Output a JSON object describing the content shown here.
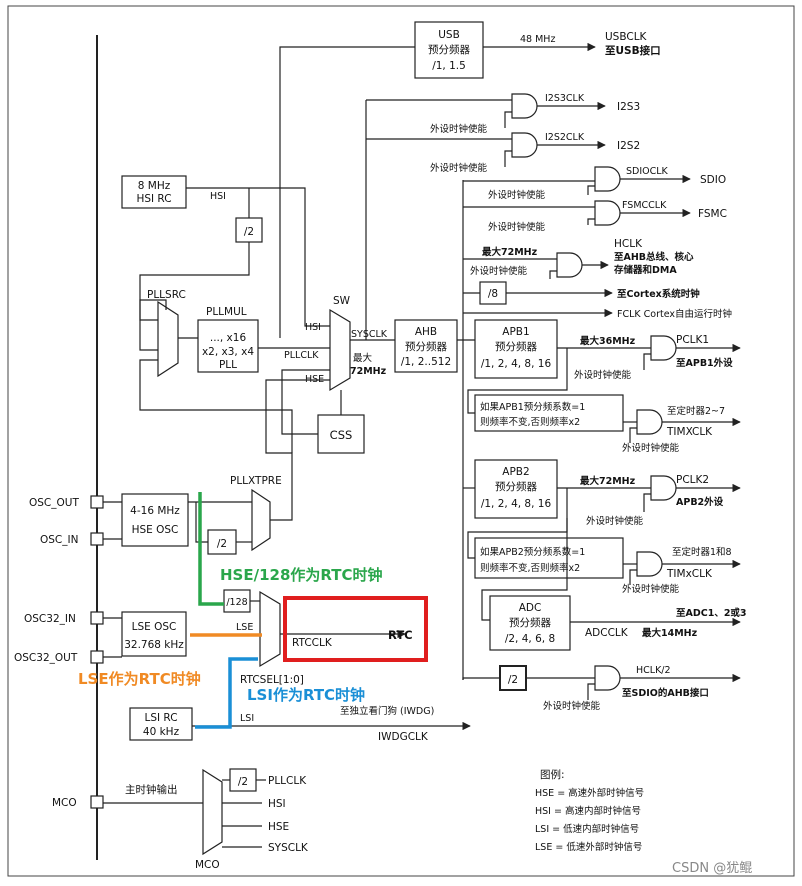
{
  "accent_colors": {
    "hse_path": "#2aa64b",
    "lse_path": "#f08a24",
    "lsi_path": "#1a8fd6",
    "rtc_highlight": "#e01e1e"
  },
  "usb": {
    "title": "USB",
    "sub": "预分频器",
    "ratio": "/1, 1.5",
    "freq": "48 MHz",
    "out": "USBCLK",
    "dest": "至USB接口"
  },
  "i2s3": {
    "clk": "I2S3CLK",
    "out": "I2S3",
    "en": "外设时钟使能"
  },
  "i2s2": {
    "clk": "I2S2CLK",
    "out": "I2S2",
    "en": "外设时钟使能"
  },
  "sdio": {
    "clk": "SDIOCLK",
    "out": "SDIO",
    "en": "外设时钟使能"
  },
  "fsmc": {
    "clk": "FSMCCLK",
    "out": "FSMC",
    "en": "外设时钟使能"
  },
  "hclk": {
    "max": "最大72MHz",
    "en": "外设时钟使能",
    "name": "HCLK",
    "dest1": "至AHB总线、核心",
    "dest2": "存储器和DMA"
  },
  "div8": {
    "label": "/8",
    "dest": "至Cortex系统时钟"
  },
  "fclk": {
    "dest": "FCLK Cortex自由运行时钟"
  },
  "hsi_rc": {
    "freq": "8 MHz",
    "name": "HSI RC",
    "out": "HSI"
  },
  "div2_hsi": "/2",
  "pllsrc": "PLLSRC",
  "pllmul": {
    "title": "PLLMUL",
    "line1": "..., x16",
    "line2": "x2, x3, x4",
    "line3": "PLL"
  },
  "sw": {
    "label": "SW",
    "in_hsi": "HSI",
    "in_pll": "PLLCLK",
    "in_hse": "HSE",
    "out": "SYSCLK",
    "max1": "最大",
    "max2": "72MHz"
  },
  "ahb": {
    "title": "AHB",
    "sub": "预分频器",
    "ratio": "/1, 2..512"
  },
  "css": "CSS",
  "apb1": {
    "title": "APB1",
    "sub": "预分频器",
    "ratio": "/1, 2, 4, 8, 16",
    "max": "最大36MHz",
    "out": "PCLK1",
    "dest": "至APB1外设",
    "en": "外设时钟使能"
  },
  "timx1": {
    "cond1": "如果APB1预分频系数=1",
    "cond2": "则频率不变,否则频率x2",
    "dest": "至定时器2~7",
    "out": "TIMXCLK",
    "en": "外设时钟使能"
  },
  "apb2": {
    "title": "APB2",
    "sub": "预分频器",
    "ratio": "/1, 2, 4, 8, 16",
    "max": "最大72MHz",
    "out": "PCLK2",
    "dest": "APB2外设",
    "en": "外设时钟使能"
  },
  "timx2": {
    "cond1": "如果APB2预分频系数=1",
    "cond2": "则频率不变,否则频率x2",
    "dest": "至定时器1和8",
    "out": "TIMxCLK",
    "en": "外设时钟使能"
  },
  "adc": {
    "title": "ADC",
    "sub": "预分频器",
    "ratio": "/2, 4, 6, 8",
    "dest": "至ADC1、2或3",
    "out": "ADCCLK",
    "max": "最大14MHz"
  },
  "hclk2": {
    "div": "/2",
    "out": "HCLK/2",
    "dest": "至SDIO的AHB接口",
    "en": "外设时钟使能"
  },
  "pins": {
    "osc_out": "OSC_OUT",
    "osc_in": "OSC_IN",
    "osc32_in": "OSC32_IN",
    "osc32_out": "OSC32_OUT",
    "mco": "MCO"
  },
  "hse_osc": {
    "freq": "4-16 MHz",
    "name": "HSE OSC"
  },
  "pllxtpre": "PLLXTPRE",
  "div2_hse": "/2",
  "div128": "/128",
  "lse_osc": {
    "name": "LSE OSC",
    "freq": "32.768 kHz",
    "out": "LSE"
  },
  "rtc": {
    "in": "RTCCLK",
    "out": "RTC",
    "sel": "RTCSEL[1:0]"
  },
  "lsi_rc": {
    "name": "LSI RC",
    "freq": "40 kHz",
    "out": "LSI",
    "dest": "至独立看门狗  (IWDG)",
    "clk": "IWDGCLK"
  },
  "annotations": {
    "hse": "HSE/128作为RTC时钟",
    "lse": "LSE作为RTC时钟",
    "lsi": "LSI作为RTC时钟"
  },
  "mco": {
    "label": "主时钟输出",
    "div": "/2",
    "pllclk": "PLLCLK",
    "hsi": "HSI",
    "hse": "HSE",
    "sysclk": "SYSCLK",
    "sel": "MCO"
  },
  "legend": {
    "title": "图例:",
    "items": [
      "HSE = 高速外部时钟信号",
      "HSI = 高速内部时钟信号",
      "LSI = 低速内部时钟信号",
      "LSE = 低速外部时钟信号"
    ]
  },
  "watermark": "CSDN @犹鲲"
}
